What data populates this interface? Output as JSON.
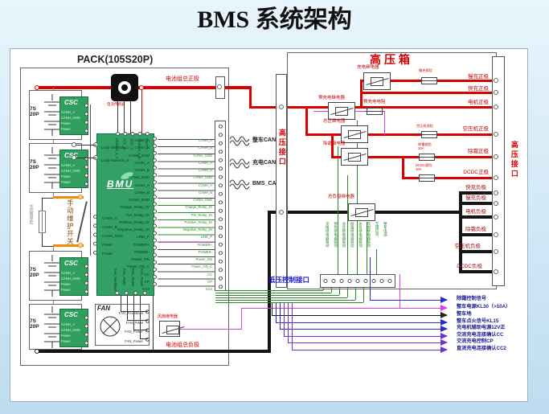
{
  "title": "BMS 系统架构",
  "pack": {
    "title": "PACK(105S20P)",
    "module_label": "7S\n20P",
    "cs c_note": "",
    "csc_name": "CSC",
    "csc_pins": [
      "CANH_A",
      "CANH_GND",
      "Power",
      "Power"
    ],
    "manual_switch": "手动维护开关",
    "main_fuse": "主回路保险",
    "current_sensor": "电流传感器",
    "bus_positive": "电池组总正极",
    "bus_negative": "电池组总负极",
    "fan_title": "FAN",
    "fan_pins": [
      "FAN_FeedBack",
      "FAN_PWM",
      "FAN_Power",
      "FAN_Power"
    ],
    "fan_relay": "风扇继电器"
  },
  "bmu": {
    "name": "BMU",
    "pins_top": [
      "Channel_1_A",
      "VCC_B",
      "GND_C",
      "Channel_1_D",
      "PACK+"
    ],
    "pins_left_a": [
      "Loop-interlock_1",
      "Loop-interlock_2"
    ],
    "pins_left_b": [
      "CANH_A",
      "CANH_B",
      "CANH_GND",
      "Power",
      "Power"
    ],
    "pins_right": [
      "CANH_A",
      "CANH_B",
      "CANH_GND",
      "CANH_A",
      "CANH_B",
      "CANH_GND",
      "CANH_A",
      "CANH_B",
      "CANH_GND",
      "Charge_Relay_Dr",
      "Pre_Relay_Dr",
      "Positive_Relay_Dr",
      "Negative_Relay_Dr",
      "LINE_P",
      "POWER+",
      "POWER-",
      "Power_ON",
      "Power_ON_C",
      "CC",
      "CP",
      "CC2"
    ],
    "pins_bottom": [
      "FAN_FeedBack",
      "FAN_PWM",
      "FAN_Power",
      "FAN_Power"
    ]
  },
  "can_buses": [
    "整车CAN",
    "充电CAN",
    "BMS_CAN"
  ],
  "interfaces": {
    "hv": "高压接口",
    "lv": "低压控制接口"
  },
  "hv_box": {
    "title": "高压箱",
    "relays": {
      "charge": "充电继电器",
      "precharge": "预充电继电器",
      "precharge_resistor": "预充电电阻",
      "main_positive": "总正继电器",
      "defrost": "除霜继电器",
      "main_negative": "总负极继电器"
    },
    "fuses": {
      "slow_charge": "慢充保险",
      "air_compressor": "空压机保险",
      "defrost": "除霜保险\n10A",
      "dcdc": "DCDC保险\n10A"
    },
    "outputs_positive": [
      "慢充正极",
      "快充正极",
      "电机正极",
      "空压机正极",
      "除霜正极",
      "DCDC正极"
    ],
    "outputs_negative": [
      "快充负极",
      "慢充负极",
      "电机负极",
      "除霜负极",
      "空压机负极",
      "DCDC负极"
    ],
    "lv_pin_labels": [
      "充电继电器驱动",
      "预充继电器驱动",
      "总正继电器驱动",
      "除霜继电器驱动",
      "总负继电器驱动",
      "风扇继电器驱动",
      "互锁信号",
      "整车电源"
    ]
  },
  "bottom_signals": [
    {
      "label": "除霜控制信号",
      "color": "#2a2acc"
    },
    {
      "label": "整车电源KL30（>10A）",
      "color": "#e040e0"
    },
    {
      "label": "整车地",
      "color": "#222222"
    },
    {
      "label": "整车点火信号KL15",
      "color": "#2a2acc"
    },
    {
      "label": "充电机辅助电源12V正",
      "color": "#2a2acc"
    },
    {
      "label": "交流充电连接确认CC",
      "color": "#6a35cc"
    },
    {
      "label": "交流充电控制CP",
      "color": "#6a35cc"
    },
    {
      "label": "直流充电连接确认CC2",
      "color": "#6a35cc"
    }
  ],
  "colors": {
    "bus_positive": "#d90000",
    "bus_negative": "#151515",
    "board_green": "#2f9e5e",
    "wire_green": "#2a8a2a",
    "wire_magenta": "#e040e0",
    "wire_blue": "#2a2acc",
    "label_red": "#c40000",
    "lv_label_blue": "#1515cc",
    "background": "#cfe7f6"
  }
}
